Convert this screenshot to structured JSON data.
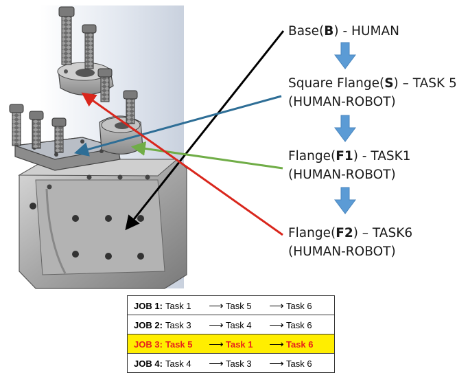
{
  "labels": {
    "base": {
      "pre": "Base(",
      "bold": "B",
      "post": ") - HUMAN"
    },
    "square": {
      "pre": "Square Flange(",
      "bold": "S",
      "post": ") – TASK 5",
      "line2": "(HUMAN-ROBOT)"
    },
    "f1": {
      "pre": "Flange(",
      "bold": "F1",
      "post": ") - TASK1",
      "line2": "(HUMAN-ROBOT)"
    },
    "f2": {
      "pre": "Flange(",
      "bold": "F2",
      "post": ") – TASK6",
      "line2": "(HUMAN-ROBOT)"
    }
  },
  "colors": {
    "flow_arrow": "#5b9bd5",
    "base_line": "#000000",
    "square_line": "#2e6e96",
    "f1_line": "#70ad47",
    "f2_line": "#d9261c",
    "highlight": "#ffee00",
    "highlight_text": "#e8211c"
  },
  "jobs": [
    {
      "job": "JOB 1:",
      "t1": "Task 1",
      "t2": "Task 5",
      "t3": "Task 6",
      "highlight": false
    },
    {
      "job": "JOB 2:",
      "t1": "Task 3",
      "t2": "Task 4",
      "t3": "Task 6",
      "highlight": false
    },
    {
      "job": "JOB 3:",
      "t1": "Task 5",
      "t2": "Task 1",
      "t3": "Task 6",
      "highlight": true
    },
    {
      "job": "JOB 4:",
      "t1": "Task 4",
      "t2": "Task 3",
      "t3": "Task 6",
      "highlight": false
    }
  ],
  "arrow_glyph": "⟶"
}
